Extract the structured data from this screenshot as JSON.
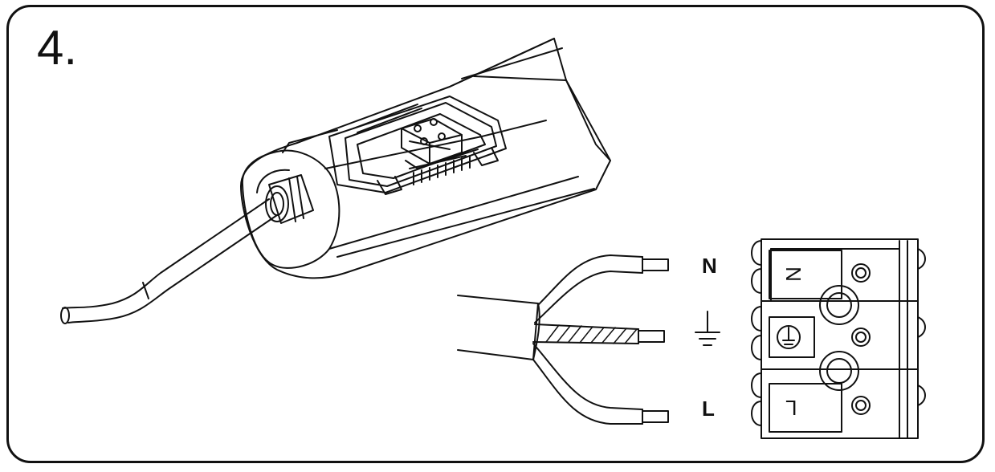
{
  "step": {
    "number": "4."
  },
  "wires": {
    "neutral_label": "N",
    "earth_symbol": "earth-ground-symbol",
    "live_label": "L"
  },
  "connector": {
    "neutral_mark": "N",
    "live_mark": "L",
    "earth_mark": "earth-ground-symbol"
  },
  "colors": {
    "line": "#111111",
    "background": "#ffffff"
  }
}
